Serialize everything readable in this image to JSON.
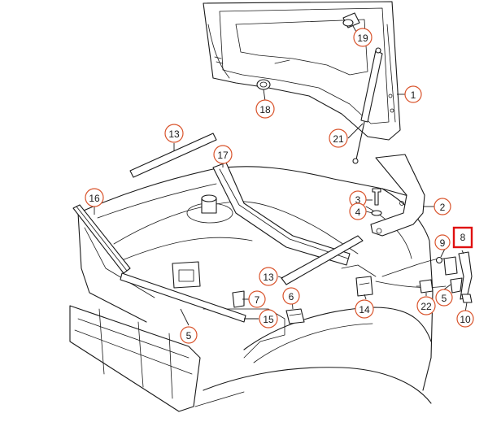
{
  "diagram": {
    "callouts": [
      {
        "id": "c1",
        "label": "1"
      },
      {
        "id": "c2",
        "label": "2"
      },
      {
        "id": "c3",
        "label": "3"
      },
      {
        "id": "c4",
        "label": "4"
      },
      {
        "id": "c5a",
        "label": "5"
      },
      {
        "id": "c5b",
        "label": "5"
      },
      {
        "id": "c6",
        "label": "6"
      },
      {
        "id": "c7",
        "label": "7"
      },
      {
        "id": "c8",
        "label": "8",
        "highlighted": true
      },
      {
        "id": "c9",
        "label": "9"
      },
      {
        "id": "c10",
        "label": "10"
      },
      {
        "id": "c13a",
        "label": "13"
      },
      {
        "id": "c13b",
        "label": "13"
      },
      {
        "id": "c14",
        "label": "14"
      },
      {
        "id": "c15",
        "label": "15"
      },
      {
        "id": "c16",
        "label": "16"
      },
      {
        "id": "c17",
        "label": "17"
      },
      {
        "id": "c18",
        "label": "18"
      },
      {
        "id": "c19",
        "label": "19"
      },
      {
        "id": "c21",
        "label": "21"
      },
      {
        "id": "c22",
        "label": "22"
      }
    ],
    "callout_color": "#d9542c",
    "highlight_color": "#e01010"
  }
}
